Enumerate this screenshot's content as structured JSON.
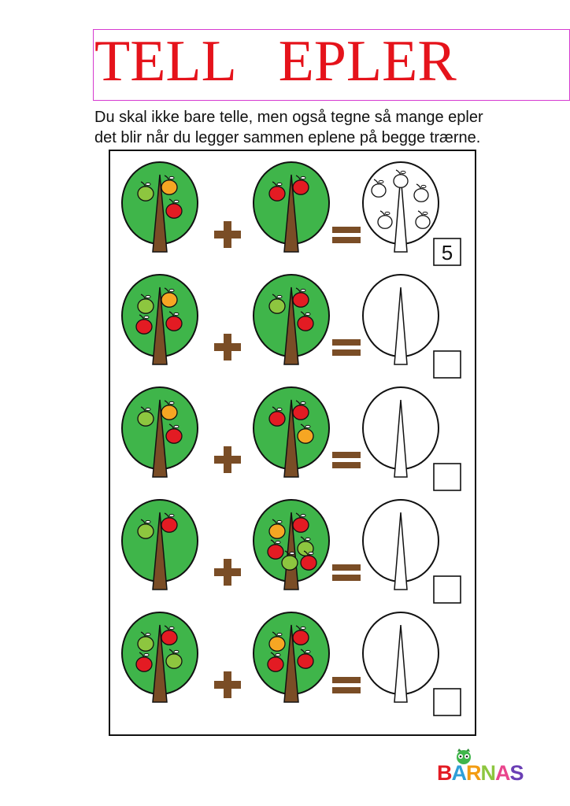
{
  "header": {
    "title": "TELL   EPLER",
    "instruction_line1": "Du skal ikke bare telle, men også tegne så mange epler",
    "instruction_line2": "det blir når du legger sammen eplene på begge trærne."
  },
  "colors": {
    "title": "#e5131b",
    "leaf_green": "#3fb54a",
    "trunk_brown": "#7a4d26",
    "operator_brown": "#7a4d26",
    "apple_red": "#e31b23",
    "apple_orange": "#f6a623",
    "apple_green": "#8dc63f"
  },
  "worksheet": {
    "rows": [
      {
        "left": [
          "green",
          "orange",
          "red"
        ],
        "right": [
          "red",
          "red"
        ],
        "answer": "5",
        "answer_outline_apples": 5
      },
      {
        "left": [
          "green",
          "orange",
          "red",
          "red"
        ],
        "right": [
          "green",
          "red",
          "red"
        ],
        "answer": ""
      },
      {
        "left": [
          "green",
          "orange",
          "red"
        ],
        "right": [
          "red",
          "red",
          "orange"
        ],
        "answer": ""
      },
      {
        "left": [
          "green",
          "red"
        ],
        "right": [
          "orange",
          "red",
          "green",
          "red",
          "green",
          "red"
        ],
        "answer": ""
      },
      {
        "left": [
          "green",
          "red",
          "green",
          "red"
        ],
        "right": [
          "orange",
          "red",
          "red",
          "red"
        ],
        "answer": ""
      }
    ]
  },
  "logo": {
    "text": "BARNAS",
    "letter_colors": [
      "#e31b23",
      "#2f9fd8",
      "#f39c12",
      "#8dc63f",
      "#e9458c",
      "#6a3fb5"
    ]
  }
}
